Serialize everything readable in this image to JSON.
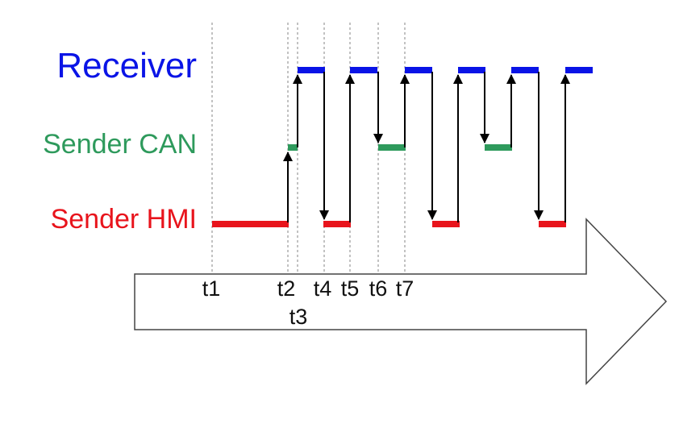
{
  "lanes": {
    "receiver": {
      "label": "Receiver",
      "color": "#0a14e6"
    },
    "can": {
      "label": "Sender CAN",
      "color": "#2e9a5c"
    },
    "hmi": {
      "label": "Sender HMI",
      "color": "#e8141c"
    }
  },
  "ticks": {
    "t1": "t1",
    "t2": "t2",
    "t3": "t3",
    "t4": "t4",
    "t5": "t5",
    "t6": "t6",
    "t7": "t7"
  },
  "colors": {
    "arrow": "#000000",
    "guide": "#999999",
    "time_arrow_fill": "#ffffff",
    "time_arrow_stroke": "#444444"
  }
}
